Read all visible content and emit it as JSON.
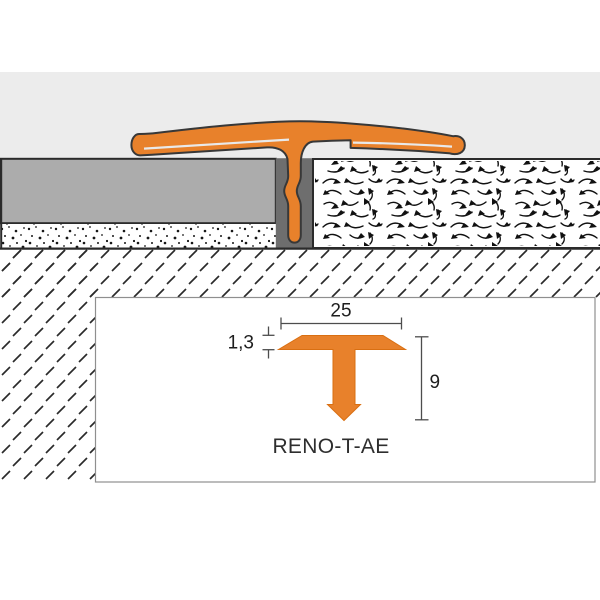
{
  "title": "RENO-T-AE transition profile cross-section",
  "product": {
    "name": "RENO-T-AE"
  },
  "dimensions": {
    "width_mm": "25",
    "thickness_mm": "1,3",
    "height_mm": "9"
  },
  "colors": {
    "profile_orange": "#E8812B",
    "profile_outline": "#383838",
    "background_gray": "#ECECEC",
    "slab_gray": "#ACACAC",
    "joint_gray": "#6E6E6E",
    "hatch_black": "#1A1A1A",
    "detail_box_border": "#8F8F8F"
  }
}
